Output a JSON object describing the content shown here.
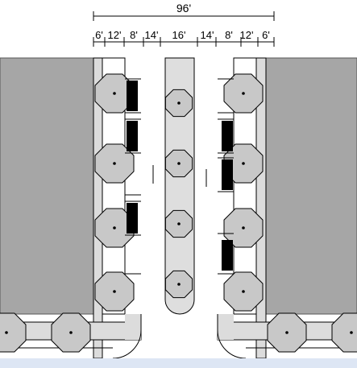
{
  "dimensions": {
    "total": "96'",
    "segments": [
      "6'",
      "12'",
      "8'",
      "14'",
      "16'",
      "14'",
      "8'",
      "12'",
      "6'"
    ]
  },
  "colors": {
    "building": "#a6a6a6",
    "sidewalk": "#dcdcdc",
    "median": "#dedede",
    "tree_canopy": "#c8c8c8",
    "parked_car": "#000000",
    "road": "#ffffff",
    "bottom_bar": "#dde6f4"
  }
}
